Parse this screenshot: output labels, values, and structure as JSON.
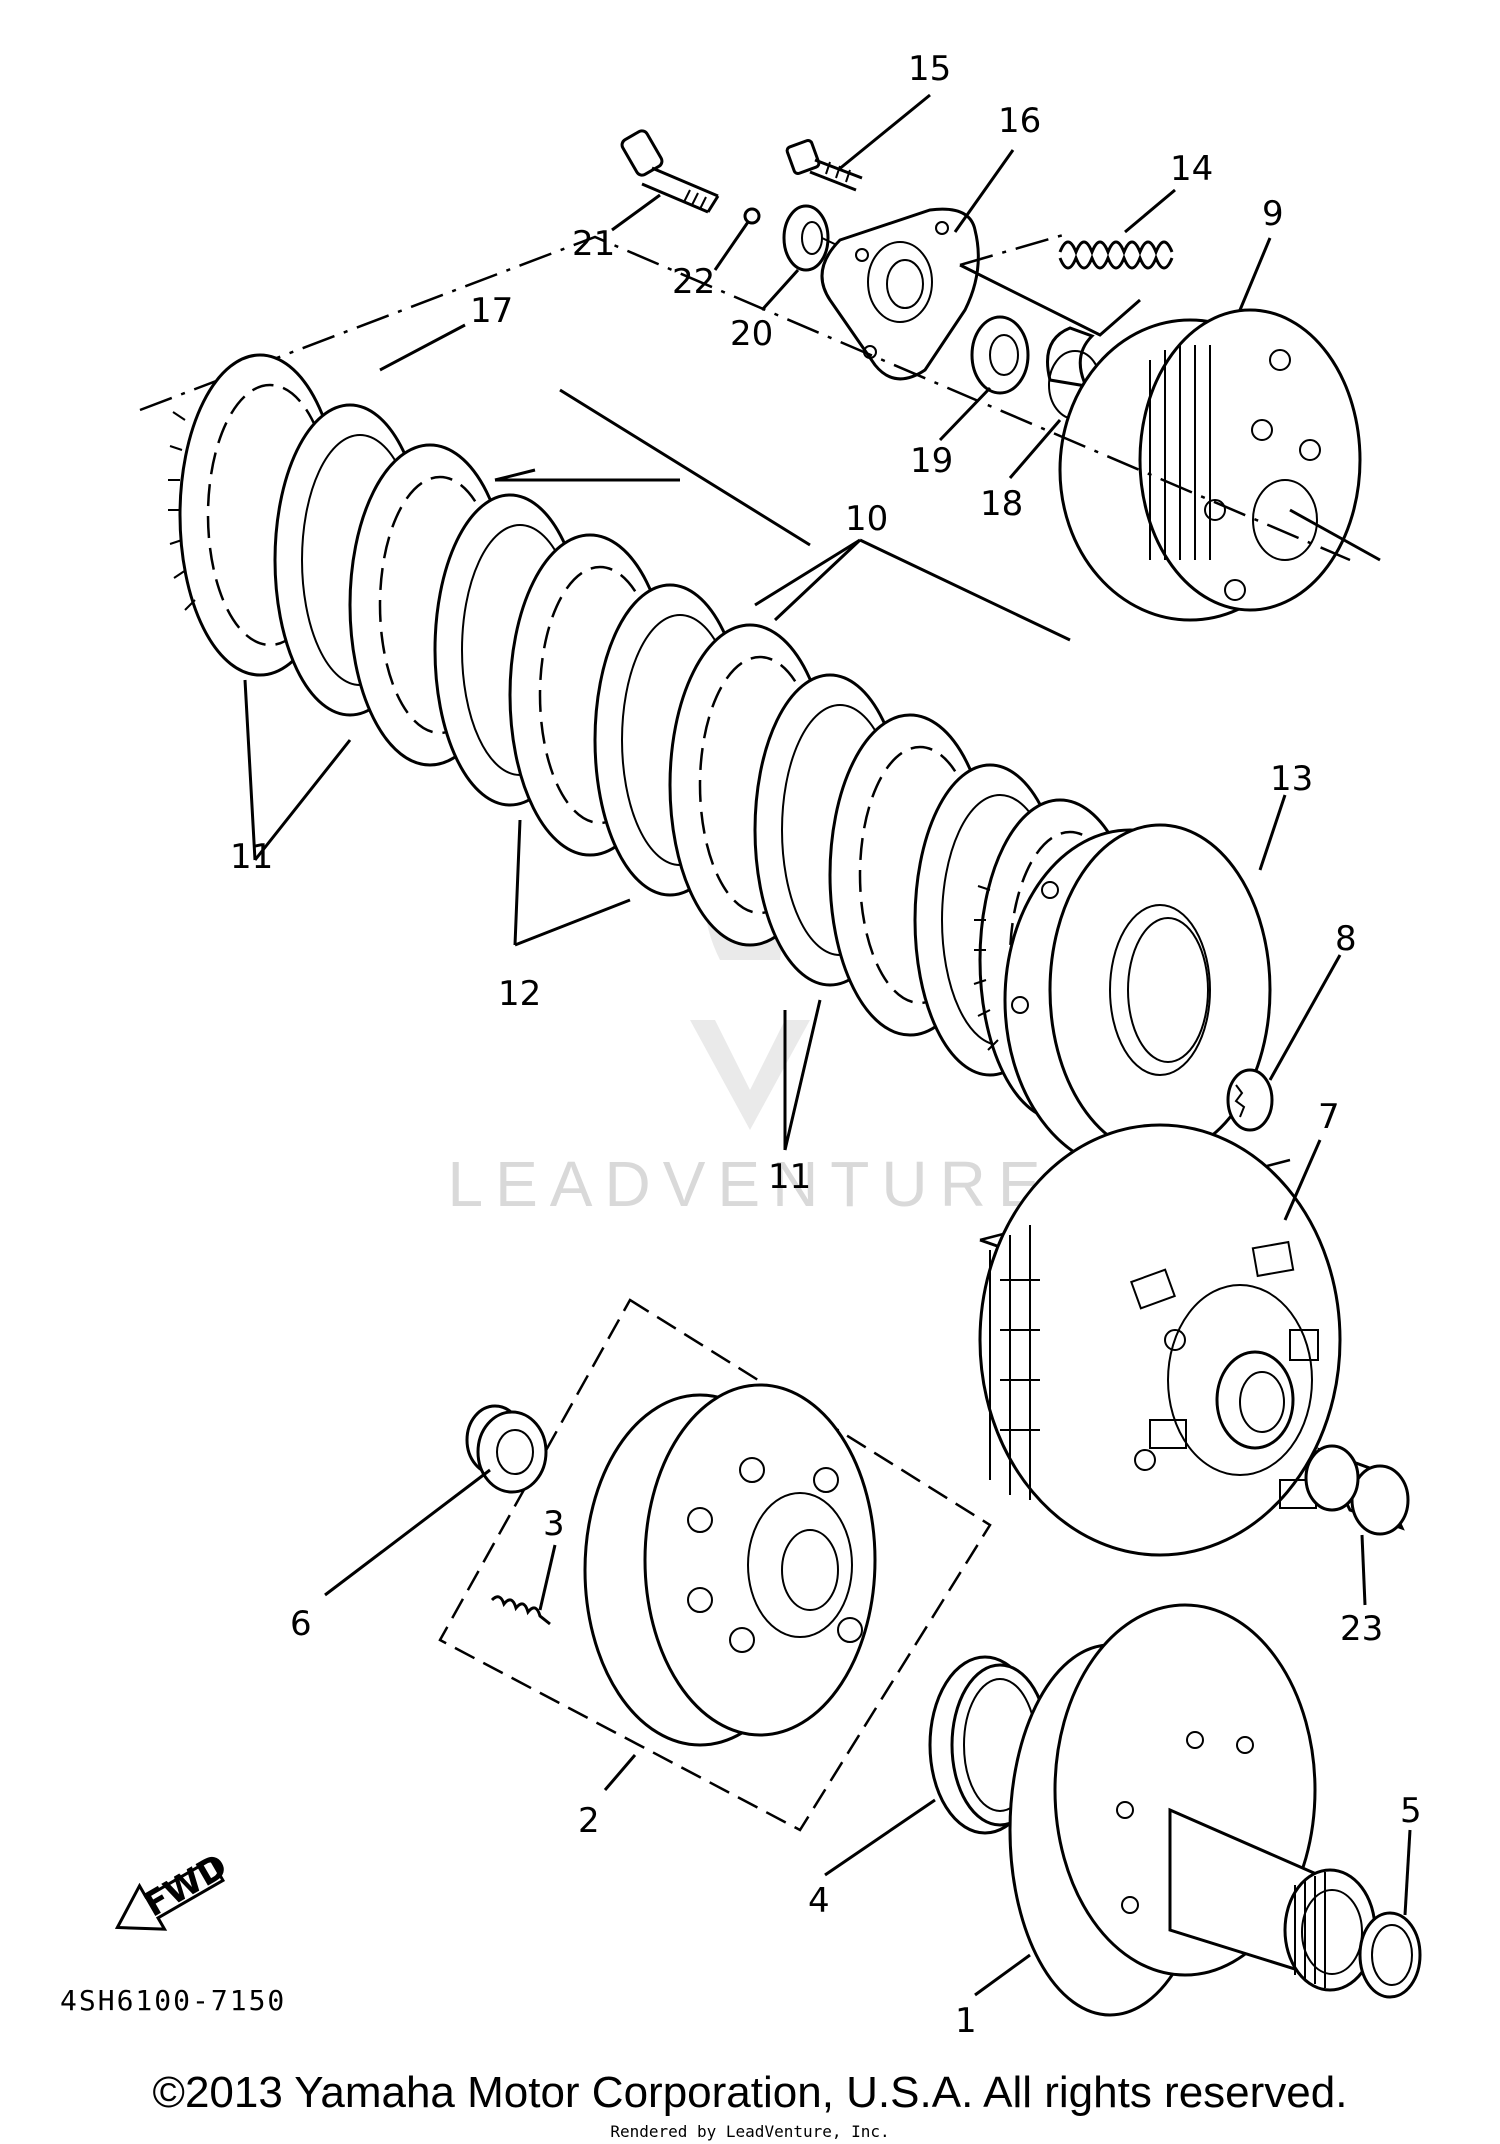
{
  "diagram": {
    "callouts": {
      "c1": "1",
      "c2": "2",
      "c3": "3",
      "c4": "4",
      "c5": "5",
      "c6": "6",
      "c7": "7",
      "c8": "8",
      "c9": "9",
      "c10": "10",
      "c11a": "11",
      "c11b": "11",
      "c12": "12",
      "c13": "13",
      "c14": "14",
      "c15": "15",
      "c16": "16",
      "c17": "17",
      "c18": "18",
      "c19": "19",
      "c20": "20",
      "c21": "21",
      "c22": "22",
      "c23": "23"
    },
    "fwd_label": "FWD",
    "part_code": "4SH6100-7150",
    "watermark": "LEADVENTURE"
  },
  "footer": {
    "copyright": "©2013 Yamaha Motor Corporation, U.S.A. All rights reserved.",
    "rendered_by": "Rendered by LeadVenture, Inc."
  }
}
